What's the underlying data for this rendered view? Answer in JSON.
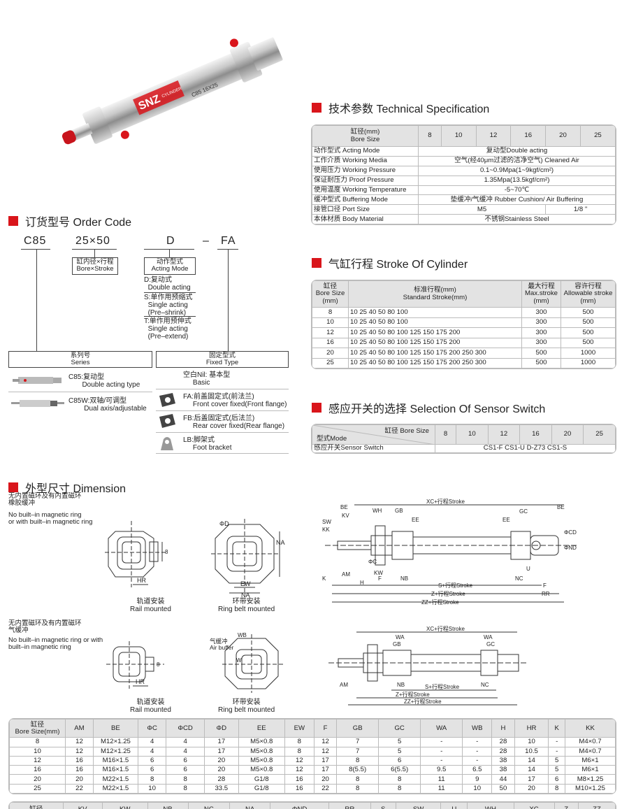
{
  "product": {
    "brand": "SNZ",
    "sub": "CYLINDER",
    "model": "C85 16X25"
  },
  "sections": {
    "tech": "技术参数 Technical Specification",
    "order": "订货型号 Order Code",
    "stroke": "气缸行程 Stroke Of Cylinder",
    "sensor": "感应开关的选择 Selection Of Sensor Switch",
    "dim": "外型尺寸 Dimension"
  },
  "tech": {
    "bore_label_cn": "缸径(mm)",
    "bore_label_en": "Bore Size",
    "bores": [
      "8",
      "10",
      "12",
      "16",
      "20",
      "25"
    ],
    "rows": [
      {
        "label": "动作型式 Acting Mode",
        "value": "复动型Double acting"
      },
      {
        "label": "工作介质 Working Media",
        "value": "空气(经40μm过滤的洁净空气) Cleaned Air"
      },
      {
        "label": "使用压力 Working Pressure",
        "value": "0.1~0.9Mpa(1~9kgf/cm²)"
      },
      {
        "label": "保证耐压力 Proof Pressure",
        "value": "1.35Mpa(13.5kgf/cm²)"
      },
      {
        "label": "使用温度 Working Temperature",
        "value": "-5~70℃"
      },
      {
        "label": "缓冲型式 Buffering Mode",
        "value": "垫缓冲/气缓冲 Rubber Cushion/ Air Buffering"
      },
      {
        "label": "接管口径 Port Size",
        "value": "M5",
        "value2": "1/8 \""
      },
      {
        "label": "本体材质 Body Material",
        "value": "不锈钢Stainless Steel"
      }
    ]
  },
  "order": {
    "c85": "C85",
    "bxs": "25×50",
    "d": "D",
    "dash": "–",
    "fa": "FA",
    "bore_box_cn": "缸内径×行程",
    "bore_box_en": "Bore×Stroke",
    "act_box_cn": "动作型式",
    "act_box_en": "Acting Mode",
    "act_items": [
      {
        "cn": "D:复动式",
        "en": "Double acting"
      },
      {
        "cn": "S:单作用预缩式",
        "en": "Single acting",
        "en2": "(Pre–shrink)"
      },
      {
        "cn": "T:单作用预伸式",
        "en": "Single acting",
        "en2": "(Pre–extend)"
      }
    ],
    "series_cn": "系列号",
    "series_en": "Series",
    "series_items": [
      {
        "cn": "C85:复动型",
        "en": "Double acting type"
      },
      {
        "cn": "C85W:双轴/可调型",
        "en": "Dual axis/adjustable"
      }
    ],
    "fix_cn": "固定型式",
    "fix_en": "Fixed Type",
    "fix_items": [
      {
        "cn": "空白Nil: 基本型",
        "en": "Basic"
      },
      {
        "cn": "FA:前盖固定式(前法兰)",
        "en": "Front cover fixed(Front flange)"
      },
      {
        "cn": "FB:后盖固定式(后法兰)",
        "en": "Rear cover fixed(Rear flange)"
      },
      {
        "cn": "LB:脚架式",
        "en": "Foot bracket"
      }
    ]
  },
  "stroke": {
    "headers": [
      "缸径",
      "Bore Size",
      "(mm)",
      "标准行程(mm)",
      "Standard Stroke(mm)",
      "最大行程",
      "Max.stroke",
      "(mm)",
      "容许行程",
      "Allowable stroke",
      "(mm)"
    ],
    "rows": [
      [
        "8",
        "10  25  40  50  80  100",
        "300",
        "500"
      ],
      [
        "10",
        "10  25  40  50  80  100",
        "300",
        "500"
      ],
      [
        "12",
        "10  25  40  50  80  100  125  150  175  200",
        "300",
        "500"
      ],
      [
        "16",
        "10  25  40  50  80  100  125  150  175  200",
        "300",
        "500"
      ],
      [
        "20",
        "10  25  40  50  80  100  125  150  175  200  250  300",
        "500",
        "1000"
      ],
      [
        "25",
        "10  25  40  50  80  100  125  150  175  200  250  300",
        "500",
        "1000"
      ]
    ]
  },
  "sensor": {
    "bore_label": "缸径 Bore Size",
    "mode_label": "型式Mode",
    "bores": [
      "8",
      "10",
      "12",
      "16",
      "20",
      "25"
    ],
    "row_label": "感应开关Sensor Switch",
    "value": "CS1-F   CS1-U   D-Z73   CS1-S"
  },
  "dim": {
    "note1_cn": "无内置磁环及有内置磁环\n橡胶缓冲",
    "note1_en": "No built–in magnetic ring\nor with built–in magnetic ring",
    "note2_cn": "无内置磁环及有内置磁环\n气缓冲",
    "note2_en": "No built–in magnetic ring or with\nbuilt–in magnetic ring",
    "rail_cn": "轨道安装",
    "rail_en": "Rail mounted",
    "belt_cn": "环带安装",
    "belt_en": "Ring belt mounted",
    "air_buffer_cn": "气缓冲",
    "air_buffer_en": "Air buffer",
    "labels": {
      "HR": "HR",
      "EW": "EW",
      "NA": "NA",
      "D": "ΦD",
      "WB": "WB",
      "W": "W",
      "XC": "XC+行程Stroke",
      "BE": "BE",
      "KV": "KV",
      "SW": "SW",
      "KK": "KK",
      "WH": "WH",
      "ND": "ΦND",
      "GB": "GB",
      "EE": "EE",
      "GC": "GC",
      "CD": "ΦCD",
      "C": "ΦC",
      "KW": "KW",
      "K": "K",
      "AM": "AM",
      "H": "H",
      "F": "F",
      "NB": "NB",
      "NC": "NC",
      "U": "U",
      "RR": "RR",
      "S": "S+行程Stroke",
      "Z": "Z+行程Stroke",
      "ZZ": "ZZ+行程Stroke",
      "WA": "WA",
      "B": "8"
    }
  },
  "dimtable": {
    "headers": [
      "缸径\nBore Size(mm)",
      "AM",
      "BE",
      "ΦC",
      "ΦCD",
      "ΦD",
      "EE",
      "EW",
      "F",
      "GB",
      "GC",
      "WA",
      "WB",
      "H",
      "HR",
      "K",
      "KK"
    ],
    "rows": [
      [
        "8",
        "12",
        "M12×1.25",
        "4",
        "4",
        "17",
        "M5×0.8",
        "8",
        "12",
        "7",
        "5",
        "-",
        "-",
        "28",
        "10",
        "-",
        "M4×0.7"
      ],
      [
        "10",
        "12",
        "M12×1.25",
        "4",
        "4",
        "17",
        "M5×0.8",
        "8",
        "12",
        "7",
        "5",
        "-",
        "-",
        "28",
        "10.5",
        "-",
        "M4×0.7"
      ],
      [
        "12",
        "16",
        "M16×1.5",
        "6",
        "6",
        "20",
        "M5×0.8",
        "12",
        "17",
        "8",
        "6",
        "-",
        "-",
        "38",
        "14",
        "5",
        "M6×1"
      ],
      [
        "16",
        "16",
        "M16×1.5",
        "6",
        "6",
        "20",
        "M5×0.8",
        "12",
        "17",
        "8(5.5)",
        "6(5.5)",
        "9.5",
        "6.5",
        "38",
        "14",
        "5",
        "M6×1"
      ],
      [
        "20",
        "20",
        "M22×1.5",
        "8",
        "8",
        "28",
        "G1/8",
        "16",
        "20",
        "8",
        "8",
        "11",
        "9",
        "44",
        "17",
        "6",
        "M8×1.25"
      ],
      [
        "25",
        "22",
        "M22×1.5",
        "10",
        "8",
        "33.5",
        "G1/8",
        "16",
        "22",
        "8",
        "8",
        "11",
        "10",
        "50",
        "20",
        "8",
        "M10×1.25"
      ]
    ],
    "headers2": [
      "缸径",
      "KV",
      "KW",
      "NB",
      "NC",
      "NA",
      "ΦND",
      "RR",
      "S",
      "SW",
      "U",
      "WH",
      "XC",
      "Z",
      "ZZ"
    ]
  }
}
